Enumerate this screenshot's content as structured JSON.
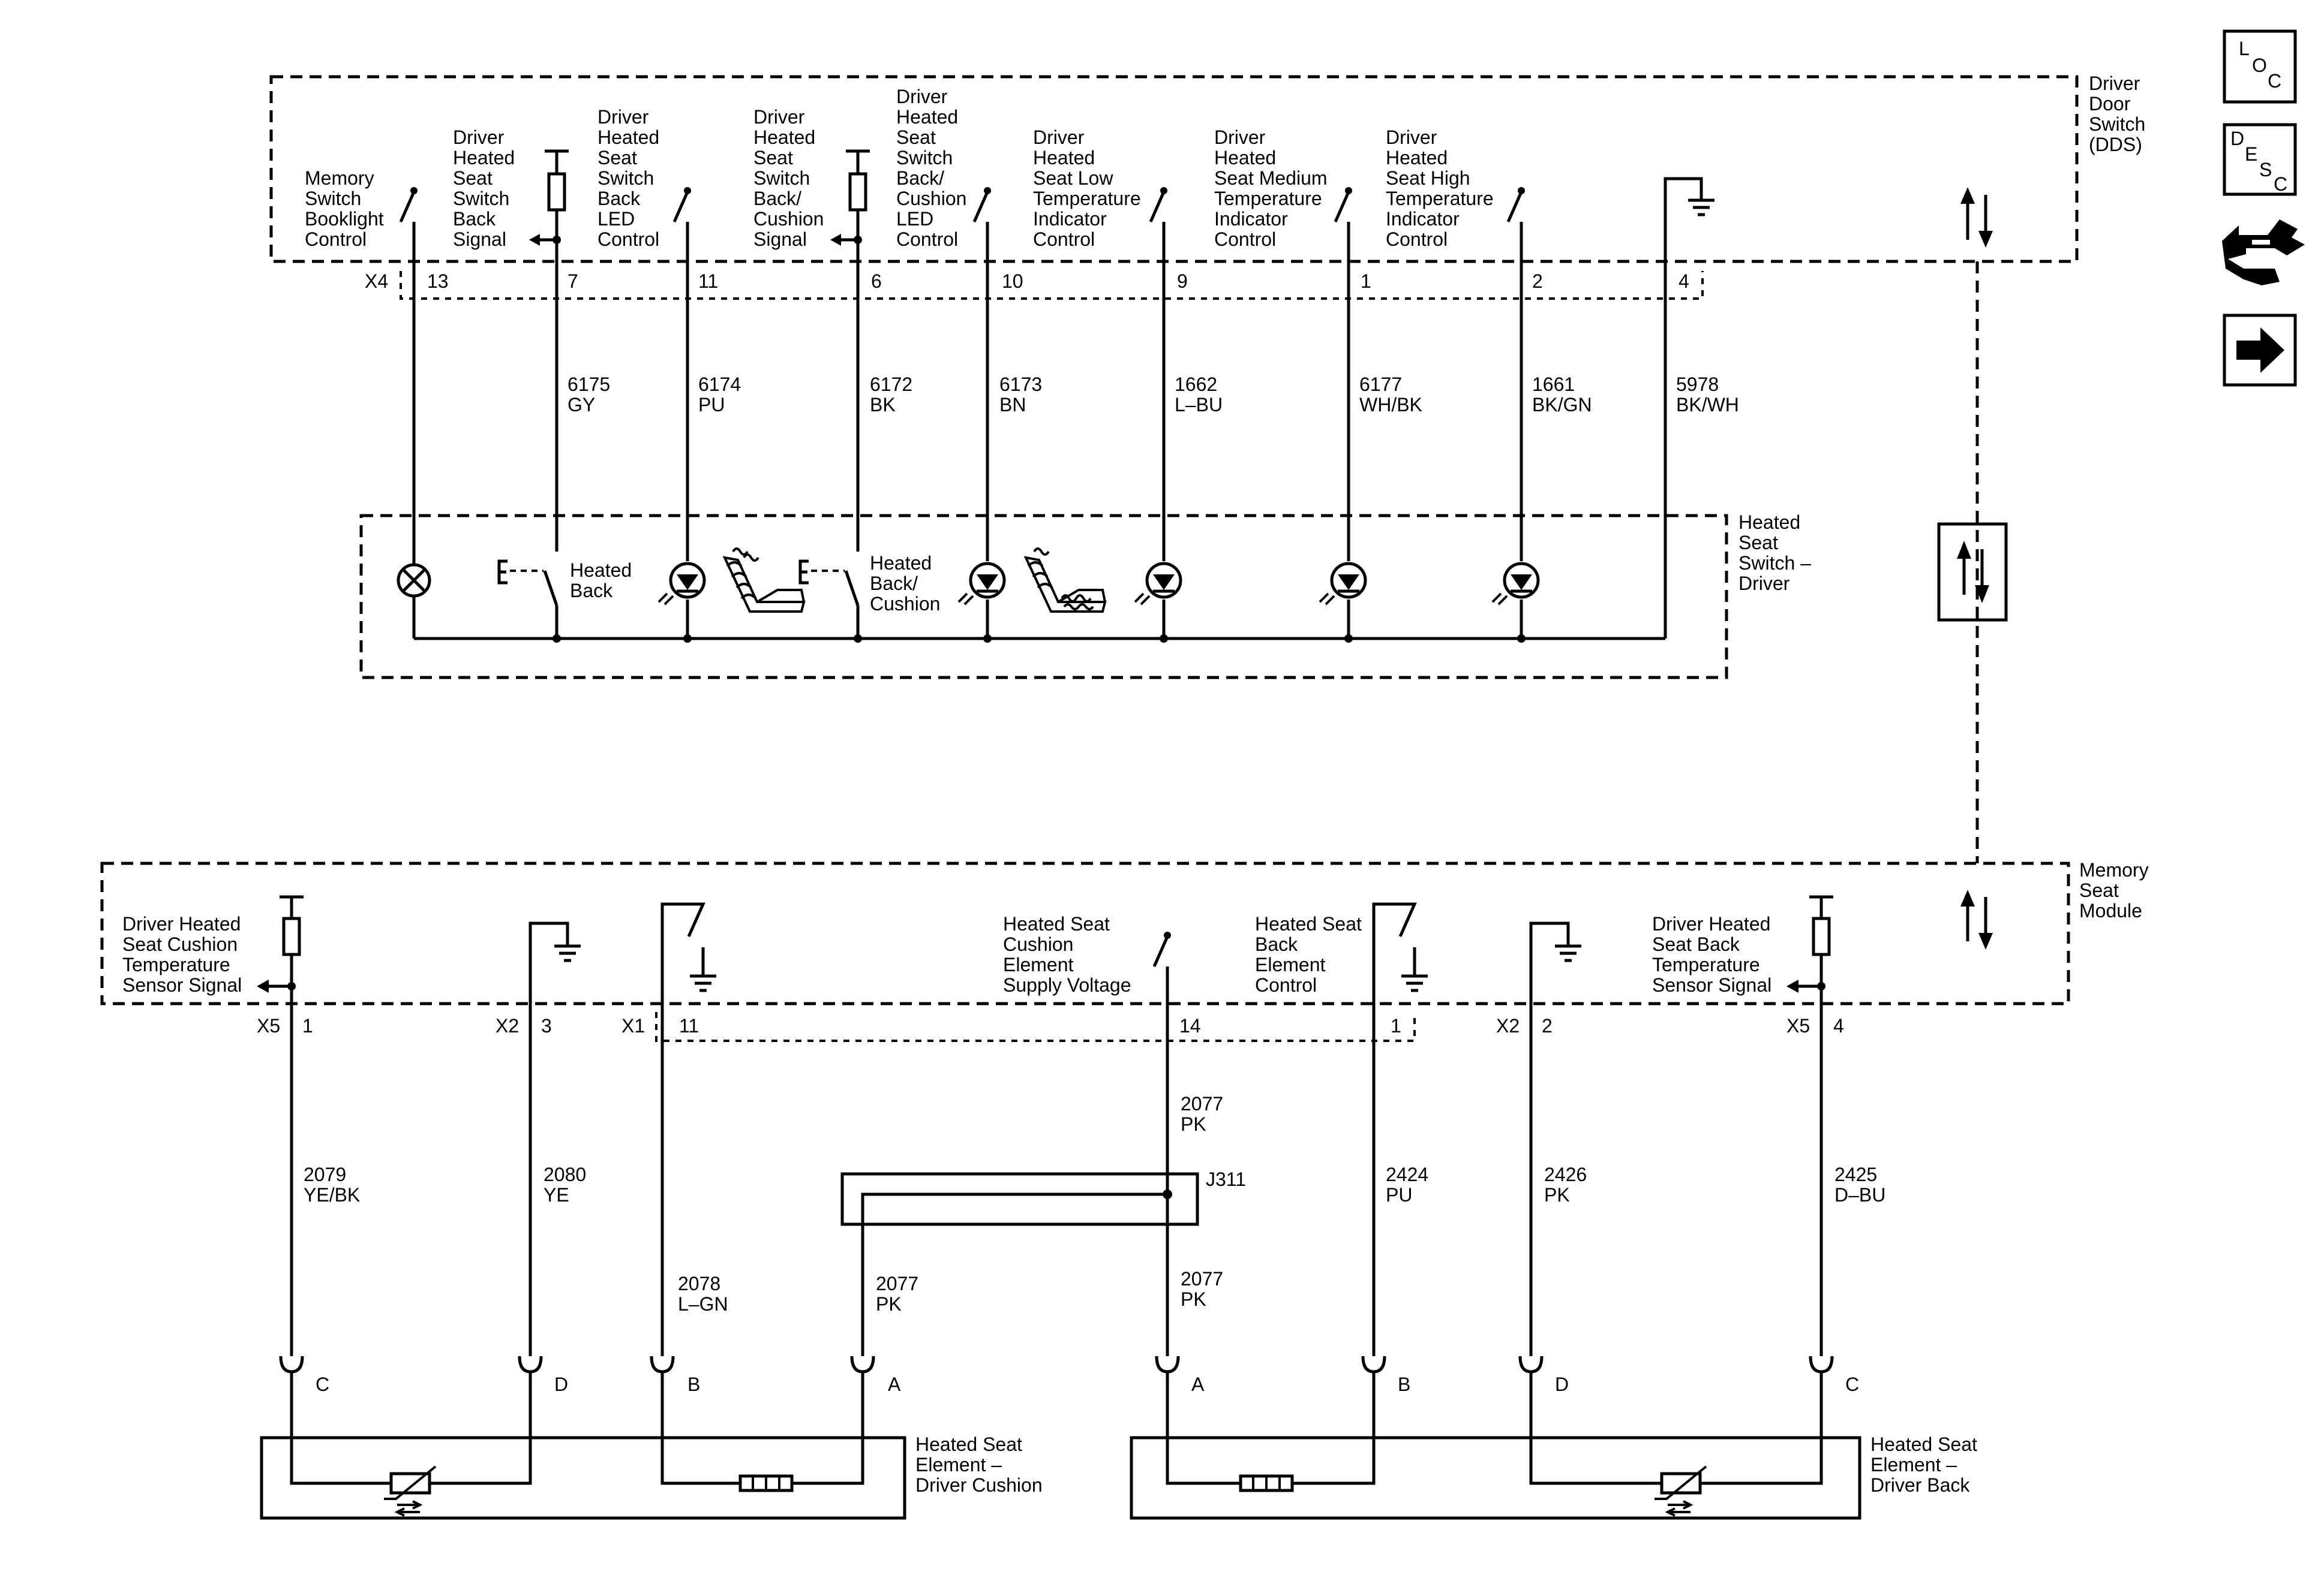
{
  "components": {
    "dds": [
      "Driver",
      "Door",
      "Switch",
      "(DDS)"
    ],
    "heated_seat_switch": [
      "Heated",
      "Seat",
      "Switch –",
      "Driver"
    ],
    "memory_seat_module": [
      "Memory",
      "Seat",
      "Module"
    ],
    "element_cushion": [
      "Heated Seat",
      "Element –",
      "Driver Cushion"
    ],
    "element_back": [
      "Heated Seat",
      "Element –",
      "Driver Back"
    ]
  },
  "nav_icons": {
    "loc": [
      "L",
      "O",
      "C"
    ],
    "desc": [
      "D",
      "E",
      "S",
      "C"
    ]
  },
  "connectors": {
    "x4": "X4",
    "x5a": "X5",
    "x2a": "X2",
    "x1": "X1",
    "x2b": "X2",
    "x5b": "X5",
    "j311": "J311"
  },
  "dds_signals": [
    {
      "label": [
        "Memory",
        "Switch",
        "Booklight",
        "Control"
      ],
      "pin": "13",
      "circuit": "",
      "color": ""
    },
    {
      "label": [
        "Driver",
        "Heated",
        "Seat",
        "Switch",
        "Back",
        "Signal"
      ],
      "pin": "7",
      "circuit": "6175",
      "color": "GY"
    },
    {
      "label": [
        "Driver",
        "Heated",
        "Seat",
        "Switch",
        "Back",
        "LED",
        "Control"
      ],
      "pin": "11",
      "circuit": "6174",
      "color": "PU"
    },
    {
      "label": [
        "Driver",
        "Heated",
        "Seat",
        "Switch",
        "Back/",
        "Cushion",
        "Signal"
      ],
      "pin": "6",
      "circuit": "6172",
      "color": "BK"
    },
    {
      "label": [
        "Driver",
        "Heated",
        "Seat",
        "Switch",
        "Back/",
        "Cushion",
        "LED",
        "Control"
      ],
      "pin": "10",
      "circuit": "6173",
      "color": "BN"
    },
    {
      "label": [
        "Driver",
        "Heated",
        "Seat Low",
        "Temperature",
        "Indicator",
        "Control"
      ],
      "pin": "9",
      "circuit": "1662",
      "color": "L–BU"
    },
    {
      "label": [
        "Driver",
        "Heated",
        "Seat Medium",
        "Temperature",
        "Indicator",
        "Control"
      ],
      "pin": "1",
      "circuit": "6177",
      "color": "WH/BK"
    },
    {
      "label": [
        "Driver",
        "Heated",
        "Seat High",
        "Temperature",
        "Indicator",
        "Control"
      ],
      "pin": "2",
      "circuit": "1661",
      "color": "BK/GN"
    },
    {
      "label": [],
      "pin": "4",
      "circuit": "5978",
      "color": "BK/WH"
    }
  ],
  "switch_labels": {
    "heated_back": [
      "Heated",
      "Back"
    ],
    "heated_back_cushion": [
      "Heated",
      "Back/",
      "Cushion"
    ]
  },
  "msm_signals": [
    {
      "label": [
        "Driver Heated",
        "Seat Cushion",
        "Temperature",
        "Sensor Signal"
      ],
      "pin": "1",
      "circuit": "2079",
      "color": "YE/BK",
      "connector_pin": "C"
    },
    {
      "label": [],
      "pin": "3",
      "circuit": "2080",
      "color": "YE",
      "connector_pin": "D"
    },
    {
      "label": [],
      "pin": "11",
      "circuit": "2078",
      "color": "L–GN",
      "connector_pin": "B"
    },
    {
      "label": [
        "Heated Seat",
        "Cushion",
        "Element",
        "Supply Voltage"
      ],
      "pin": "14",
      "circuit": "2077",
      "color": "PK",
      "connector_pin": "A"
    },
    {
      "label": [
        "Heated Seat",
        "Back",
        "Element",
        "Control"
      ],
      "pin": "1",
      "circuit": "2424",
      "color": "PU",
      "connector_pin": "B"
    },
    {
      "label": [],
      "pin": "2",
      "circuit": "2426",
      "color": "PK",
      "connector_pin": "D"
    },
    {
      "label": [
        "Driver Heated",
        "Seat Back",
        "Temperature",
        "Sensor Signal"
      ],
      "pin": "4",
      "circuit": "2425",
      "color": "D–BU",
      "connector_pin": "C"
    }
  ],
  "splice_branch": {
    "circuit": "2077",
    "color": "PK",
    "connector_pin": "A"
  },
  "lower_2077": {
    "circuit": "2077",
    "color": "PK"
  }
}
